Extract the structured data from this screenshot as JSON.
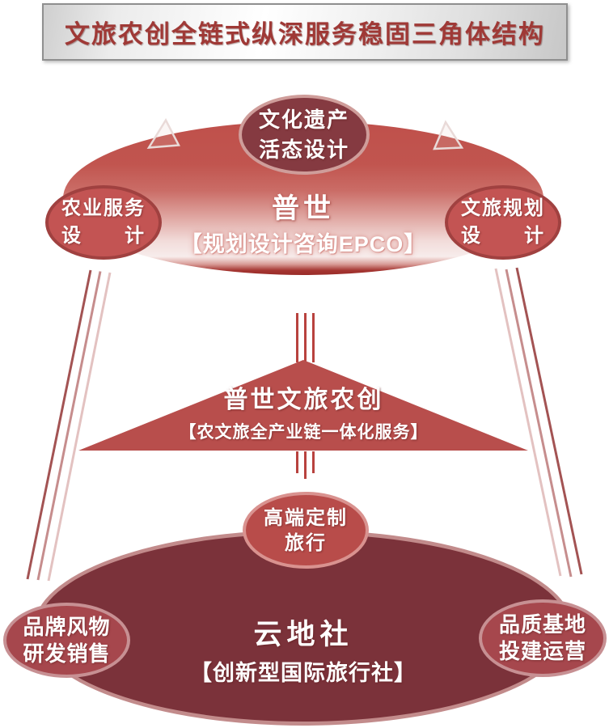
{
  "title": "文旅农创全链式纵深服务稳固三角体结构",
  "colors": {
    "banner_text": "#9f3936",
    "primary_red": "#bf504b",
    "satellite_red": "#c35453",
    "satellite_border": "#a04140",
    "heritage_maroon": "#853a41",
    "triangle_red": "#b84e4c",
    "bottom_maroon": "#7b323a",
    "pink_border": "#c28b8b",
    "center_line_red": "#b8423e",
    "diag_line_dark": "#a35353",
    "diag_line_mid": "#c68d8d",
    "diag_line_light": "#e3c2c1"
  },
  "top_group": {
    "heritage": {
      "line1": "文化遗产",
      "line2": "活态设计"
    },
    "main": {
      "name": "普世",
      "subtitle": "【规划设计咨询EPCO】"
    },
    "left": {
      "line1": "农业服务",
      "line2": "设　　计"
    },
    "right": {
      "line1": "文旅规划",
      "line2": "设　　计"
    }
  },
  "middle": {
    "name": "普世文旅农创",
    "subtitle": "【农文旅全产业链一体化服务】"
  },
  "bottom_group": {
    "main": {
      "name": "云地社",
      "subtitle": "【创新型国际旅行社】"
    },
    "top": {
      "line1": "高端定制",
      "line2": "旅行"
    },
    "left": {
      "line1": "品牌风物",
      "line2": "研发销售"
    },
    "right": {
      "line1": "品质基地",
      "line2": "投建运营"
    }
  }
}
